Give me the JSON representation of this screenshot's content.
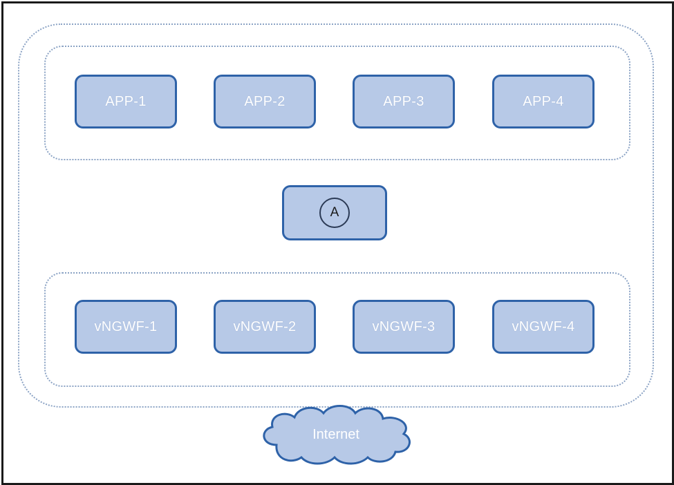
{
  "apps": [
    "APP-1",
    "APP-2",
    "APP-3",
    "APP-4"
  ],
  "middle": {
    "label": "A"
  },
  "firewalls": [
    "vNGWF-1",
    "vNGWF-2",
    "vNGWF-3",
    "vNGWF-4"
  ],
  "internet": {
    "label": "Internet"
  },
  "colors": {
    "node_fill": "#b7c9e7",
    "node_border": "#2e62a8",
    "group_border": "#8aa2c4",
    "frame_border": "#1a1a1a"
  }
}
